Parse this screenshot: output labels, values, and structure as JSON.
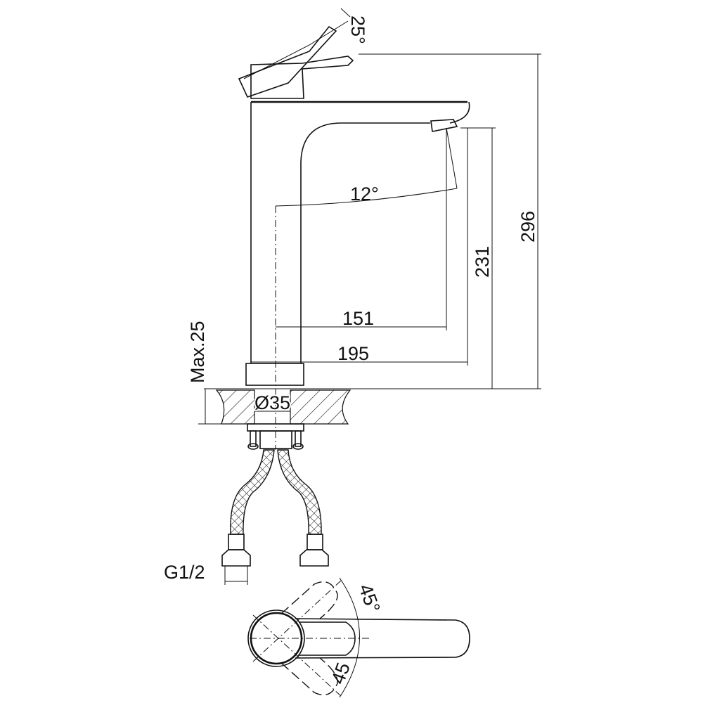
{
  "drawing": {
    "title": "Basin mixer technical drawing",
    "dimensions": {
      "lever_angle": "25°",
      "spout_angle": "12°",
      "total_height": "296",
      "spout_height": "231",
      "spout_reach": "151",
      "total_reach": "195",
      "max_counter_thickness": "Max.25",
      "hole_diameter": "Ø35",
      "connection": "G1/2",
      "rotation_angle_top": "45°",
      "rotation_angle_bottom": "45"
    }
  }
}
